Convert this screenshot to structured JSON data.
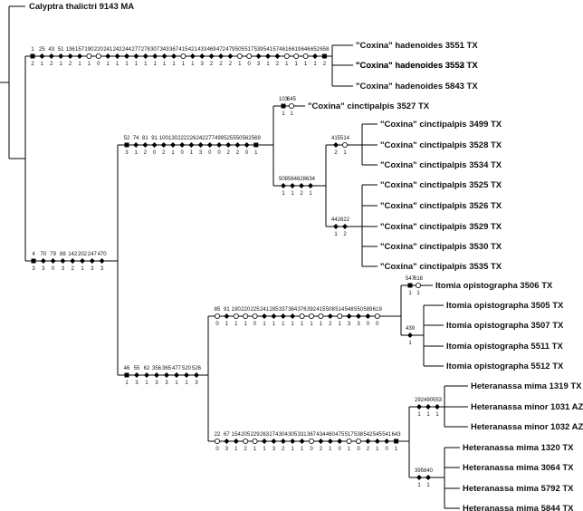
{
  "taxa": {
    "calyptra": "Calyptra thalictri 9143 MA",
    "h1": "\"Coxina\" hadenoides 3551 TX",
    "h2": "\"Coxina\" hadenoides 3552 TX",
    "h3": "\"Coxina\" hadenoides 3553 TX",
    "h4": "\"Coxina\" hadenoides 5843 TX",
    "c1": "\"Coxina\" cinctipalpis 3527 TX",
    "c2": "\"Coxina\" cinctipalpis 3499 TX",
    "c3": "\"Coxina\" cinctipalpis 3528 TX",
    "c4": "\"Coxina\" cinctipalpis 3534 TX",
    "c5": "\"Coxina\" cinctipalpis 3525 TX",
    "c6": "\"Coxina\" cinctipalpis 3526 TX",
    "c7": "\"Coxina\" cinctipalpis 3529 TX",
    "c8": "\"Coxina\" cinctipalpis 3530 TX",
    "c9": "\"Coxina\" cinctipalpis 3535 TX",
    "i1": "Itomia opistographa 3506 TX",
    "i2": "Itomia opistographa 3505 TX",
    "i3": "Itomia opistographa 3507 TX",
    "i4": "Itomia opistographa 5511 TX",
    "i5": "Itomia opistographa 5512 TX",
    "m1": "Heteranassa mima 1319 TX",
    "m2": "Heteranassa minor 1031 AZ",
    "m3": "Heteranassa minor 1032 AZ",
    "m4": "Heteranassa mima 1320 TX",
    "m5": "Heteranassa mima 3064 TX",
    "m6": "Heteranassa mima 5792 TX",
    "m7": "Heteranassa mima 5844 TX"
  },
  "branches": {
    "hadenoides": {
      "chars": [
        "1",
        "25",
        "43",
        "51",
        "136",
        "157",
        "190",
        "220",
        "241",
        "242",
        "244",
        "277",
        "278",
        "307",
        "343",
        "367",
        "415",
        "421",
        "433",
        "469",
        "472",
        "479",
        "505",
        "517",
        "539",
        "541",
        "574",
        "616",
        "619",
        "646",
        "652",
        "658"
      ],
      "states": [
        "2",
        "1",
        "2",
        "1",
        "2",
        "1",
        "1",
        "0",
        "1",
        "1",
        "1",
        "1",
        "1",
        "1",
        "1",
        "1",
        "1",
        "1",
        "3",
        "2",
        "2",
        "2",
        "1",
        "0",
        "3",
        "1",
        "2",
        "1",
        "1",
        "1",
        "1",
        "2"
      ],
      "symbols": [
        "s",
        "d",
        "d",
        "d",
        "d",
        "d",
        "c",
        "c",
        "d",
        "d",
        "d",
        "d",
        "d",
        "d",
        "d",
        "d",
        "c",
        "d",
        "d",
        "d",
        "d",
        "d",
        "c",
        "c",
        "d",
        "d",
        "d",
        "c",
        "c",
        "c",
        "d",
        "s"
      ]
    },
    "ingroup": {
      "chars": [
        "4",
        "70",
        "79",
        "88",
        "142",
        "202",
        "247",
        "470"
      ],
      "states": [
        "3",
        "3",
        "0",
        "3",
        "2",
        "1",
        "3",
        "3"
      ],
      "symbols": [
        "s",
        "d",
        "d",
        "d",
        "d",
        "d",
        "d",
        "d"
      ]
    },
    "cinctipalpis": {
      "chars": [
        "52",
        "74",
        "81",
        "91",
        "100",
        "130",
        "222",
        "226",
        "242",
        "277",
        "499",
        "525",
        "550",
        "562",
        "569"
      ],
      "states": [
        "3",
        "1",
        "2",
        "0",
        "2",
        "1",
        "0",
        "1",
        "3",
        "0",
        "0",
        "2",
        "2",
        "0",
        "1"
      ],
      "symbols": [
        "s",
        "d",
        "d",
        "d",
        "d",
        "d",
        "d",
        "d",
        "d",
        "d",
        "d",
        "d",
        "d",
        "d",
        "s"
      ]
    },
    "c3527": {
      "chars": [
        "103",
        "645"
      ],
      "states": [
        "1",
        "1"
      ],
      "symbols": [
        "s",
        "c"
      ]
    },
    "cinctA": {
      "chars": [
        "415",
        "514"
      ],
      "states": [
        "2",
        "1"
      ],
      "symbols": [
        "d",
        "c"
      ]
    },
    "cinctB": {
      "chars": [
        "508",
        "564",
        "628",
        "634"
      ],
      "states": [
        "1",
        "1",
        "2",
        "1"
      ],
      "symbols": [
        "d",
        "d",
        "d",
        "d"
      ]
    },
    "cinctC": {
      "chars": [
        "442",
        "622"
      ],
      "states": [
        "1",
        "2"
      ],
      "symbols": [
        "d",
        "d"
      ]
    },
    "itom_hete": {
      "chars": [
        "46",
        "55",
        "62",
        "356",
        "365",
        "477",
        "520",
        "526"
      ],
      "states": [
        "1",
        "3",
        "1",
        "3",
        "3",
        "1",
        "1",
        "3"
      ],
      "symbols": [
        "s",
        "d",
        "d",
        "d",
        "d",
        "d",
        "d",
        "d"
      ]
    },
    "itomia": {
      "chars": [
        "85",
        "91",
        "190",
        "220",
        "225",
        "241",
        "285",
        "337",
        "364",
        "376",
        "392",
        "415",
        "508",
        "514",
        "548",
        "550",
        "589",
        "619"
      ],
      "states": [
        "0",
        "1",
        "1",
        "1",
        "0",
        "1",
        "1",
        "1",
        "1",
        "1",
        "1",
        "1",
        "2",
        "1",
        "3",
        "3",
        "0",
        "0"
      ],
      "symbols": [
        "c",
        "d",
        "c",
        "c",
        "c",
        "d",
        "d",
        "d",
        "d",
        "c",
        "c",
        "c",
        "d",
        "c",
        "d",
        "d",
        "d",
        "c"
      ]
    },
    "i3506": {
      "chars": [
        "547",
        "616"
      ],
      "states": [
        "1",
        "1"
      ],
      "symbols": [
        "s",
        "c"
      ]
    },
    "itomIn": {
      "chars": [
        "439"
      ],
      "states": [
        "1"
      ],
      "symbols": [
        "d"
      ]
    },
    "heteranassa": {
      "chars": [
        "22",
        "67",
        "154",
        "205",
        "229",
        "263",
        "274",
        "304",
        "305",
        "331",
        "367",
        "434",
        "460",
        "475",
        "517",
        "538",
        "542",
        "545",
        "541",
        "643"
      ],
      "states": [
        "0",
        "3",
        "1",
        "2",
        "1",
        "1",
        "3",
        "2",
        "1",
        "1",
        "0",
        "2",
        "1",
        "0",
        "1",
        "0",
        "2",
        "1",
        "0",
        "1"
      ],
      "symbols": [
        "c",
        "d",
        "d",
        "c",
        "c",
        "d",
        "d",
        "d",
        "d",
        "d",
        "c",
        "d",
        "d",
        "d",
        "c",
        "c",
        "d",
        "d",
        "d",
        "s"
      ]
    },
    "heteA": {
      "chars": [
        "292",
        "490",
        "553"
      ],
      "states": [
        "1",
        "1",
        "1"
      ],
      "symbols": [
        "d",
        "d",
        "d"
      ]
    },
    "heteB": {
      "chars": [
        "395",
        "640"
      ],
      "states": [
        "1",
        "1"
      ],
      "symbols": [
        "d",
        "d"
      ]
    }
  }
}
